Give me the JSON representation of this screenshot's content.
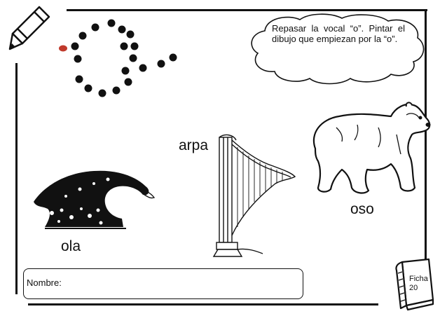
{
  "instruction": {
    "text": "Repasar la vocal “o”. Pintar el dibujo que empiezan por la “o”."
  },
  "pictures": [
    {
      "word": "arpa",
      "icon": "harp-icon"
    },
    {
      "word": "oso",
      "icon": "bear-icon"
    },
    {
      "word": "ola",
      "icon": "wave-icon"
    }
  ],
  "name_field": {
    "label": "Nombre:"
  },
  "sheet": {
    "label": "Ficha 20"
  },
  "colors": {
    "ink": "#111111",
    "start_dot": "#c0392b"
  }
}
